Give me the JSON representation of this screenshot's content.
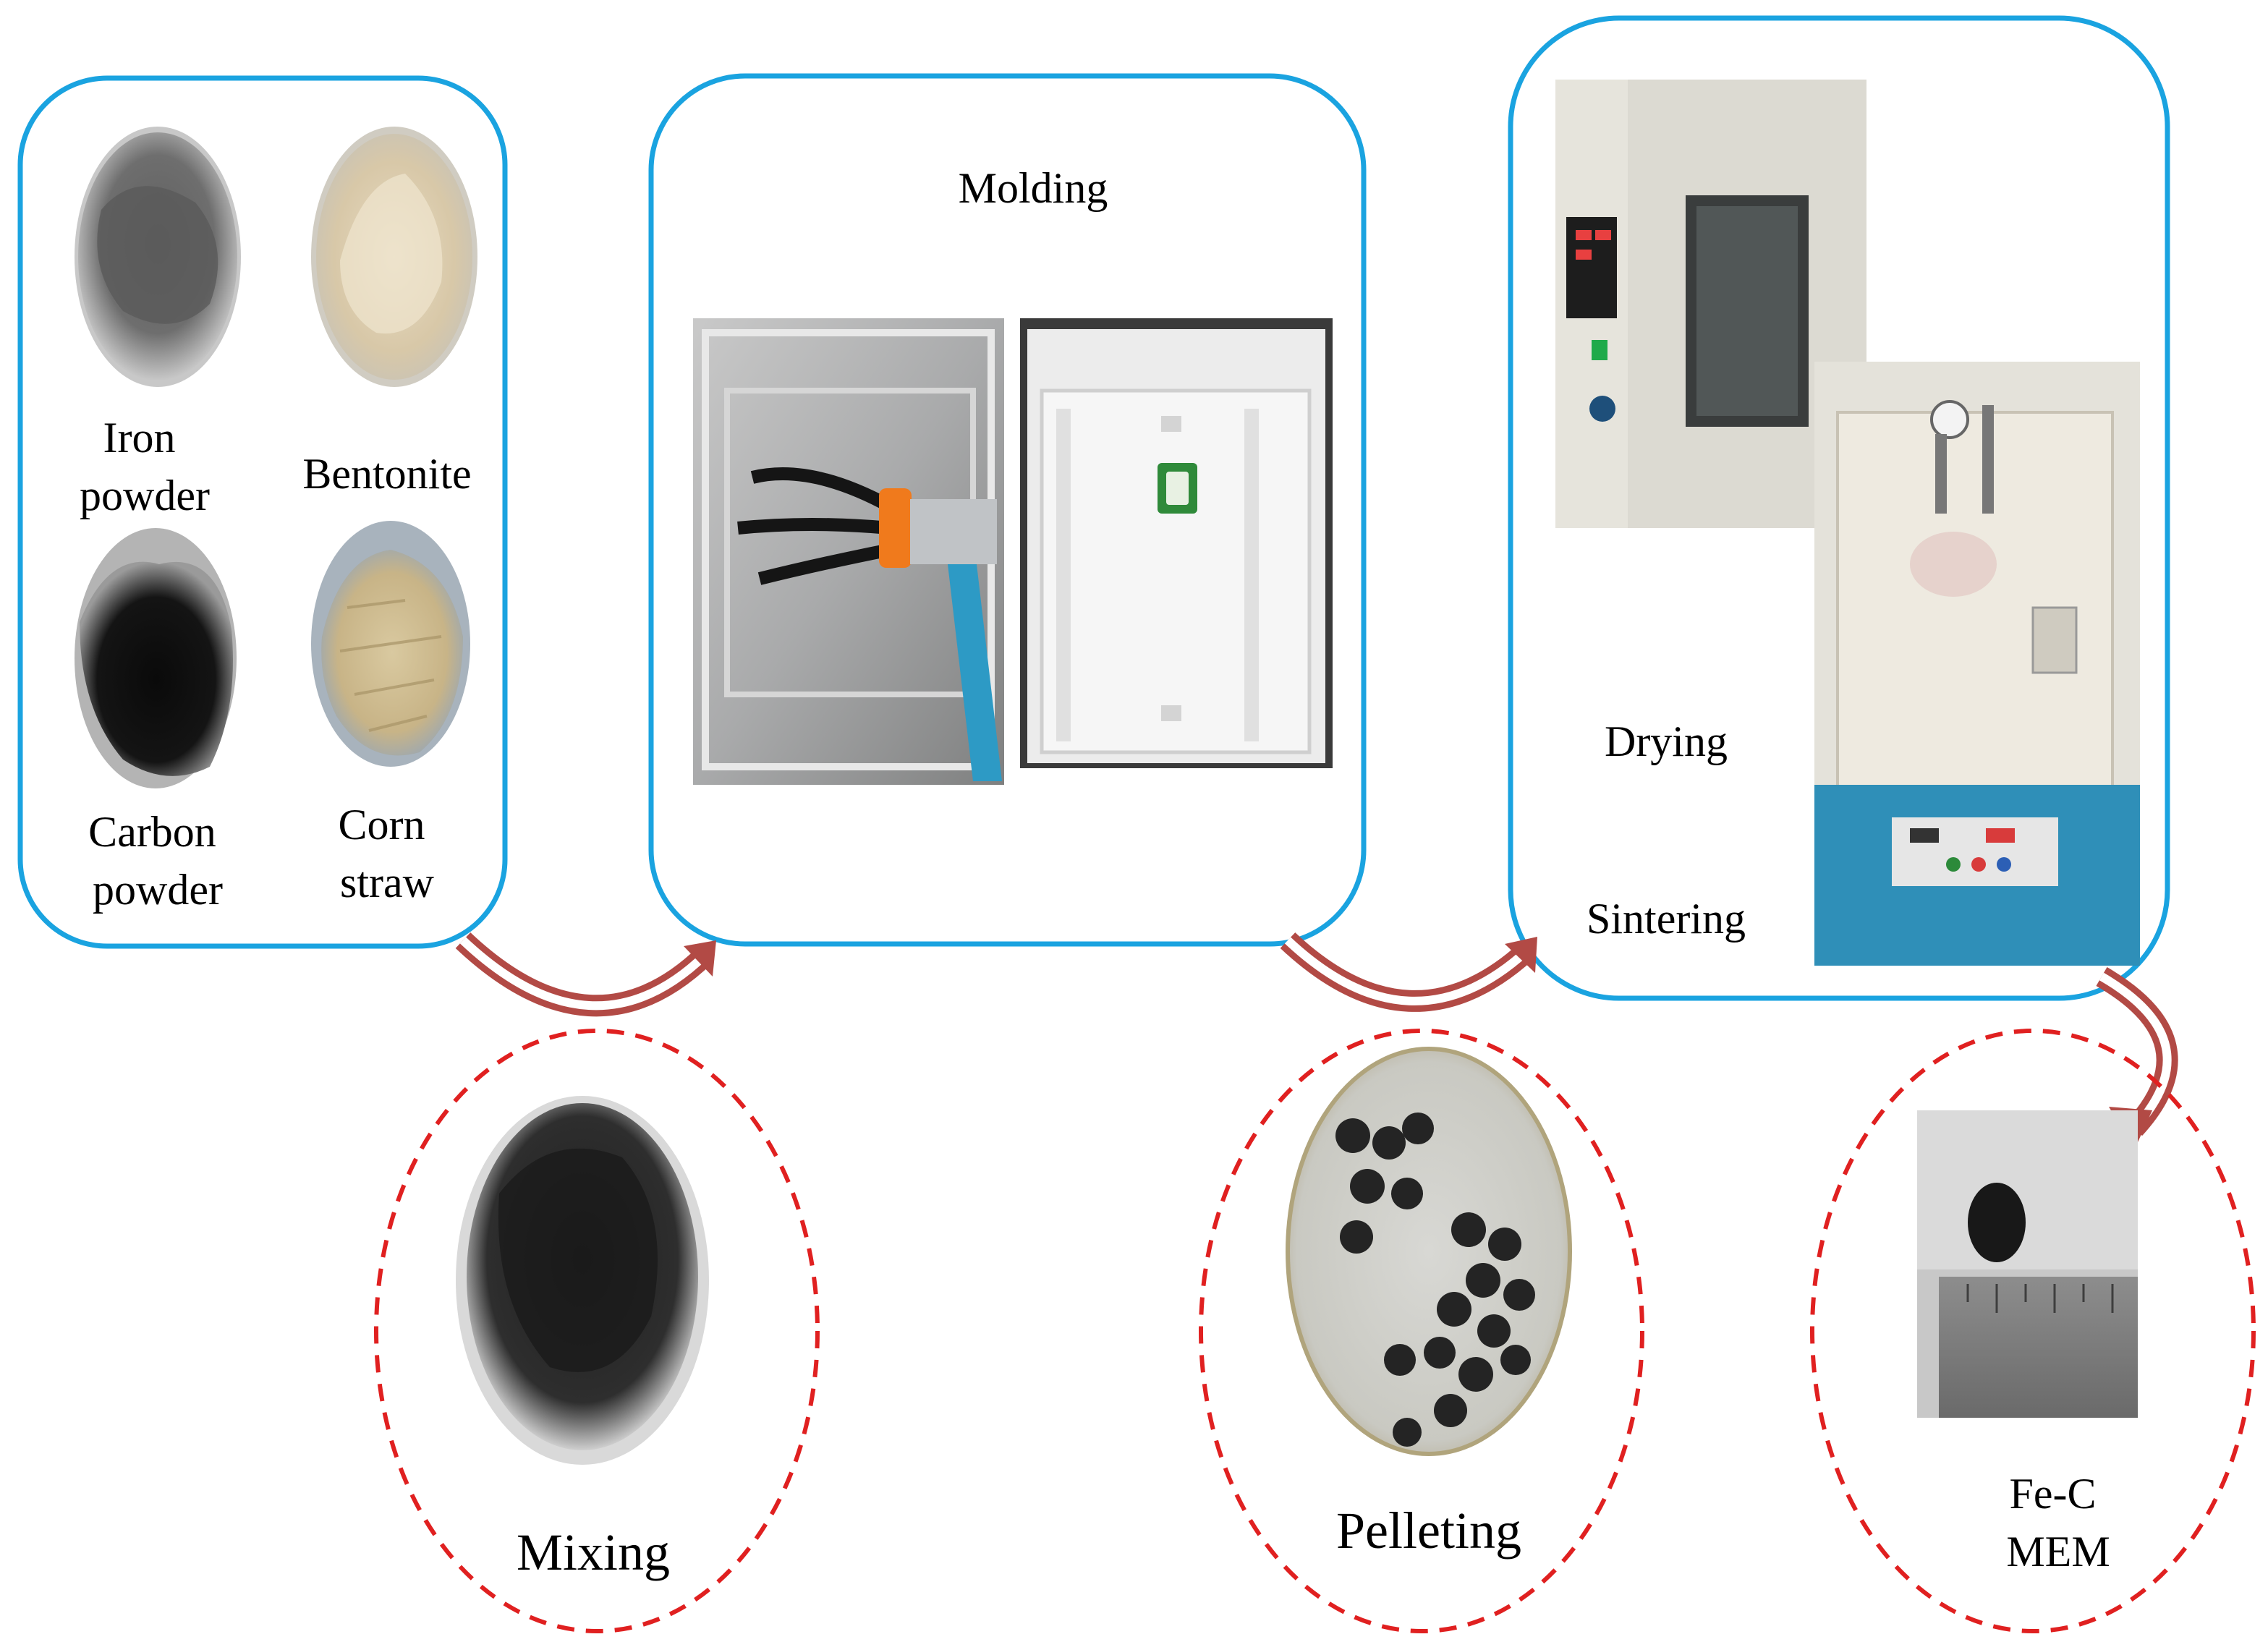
{
  "materials": {
    "iron_powder": [
      "Iron",
      "powder"
    ],
    "bentonite": "Bentonite",
    "carbon_powder": [
      "Carbon",
      "powder"
    ],
    "corn_straw": [
      "Corn",
      "straw"
    ]
  },
  "molding": {
    "title": "Molding"
  },
  "thermal": {
    "drying": "Drying",
    "sintering": "Sintering"
  },
  "mixing": {
    "label": "Mixing"
  },
  "pelleting": {
    "label": "Pelleting"
  },
  "product": {
    "label": [
      "Fe-C",
      "MEM"
    ]
  },
  "colors": {
    "panel_border": "#1aa3e0",
    "dashed_circle": "#e02020",
    "arrow": "#b24a45",
    "arrow_inner": "#ffffff"
  }
}
